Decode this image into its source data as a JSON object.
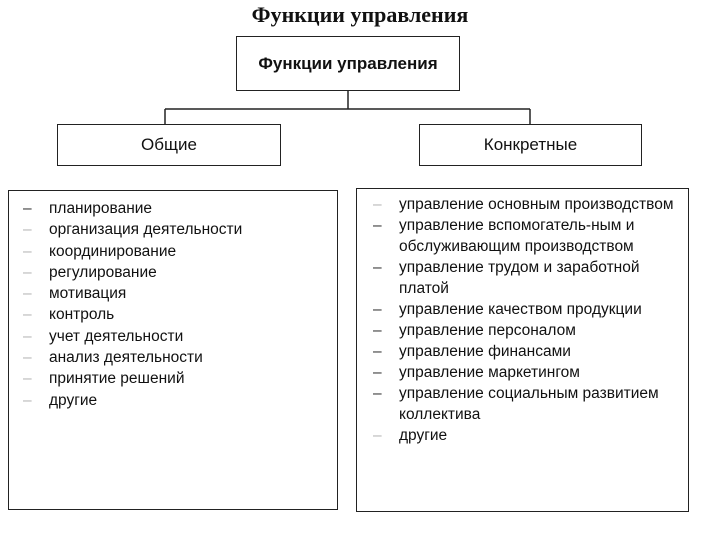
{
  "header": {
    "title": "Функции управления"
  },
  "root": {
    "label": "Функции управления"
  },
  "categories": [
    {
      "label": "Общие"
    },
    {
      "label": "Конкретные"
    }
  ],
  "bullet": "–",
  "general_functions": [
    "планирование",
    "организация деятельности",
    "координирование",
    "регулирование",
    "мотивация",
    "контроль",
    "учет деятельности",
    "анализ деятельности",
    "принятие решений",
    "другие"
  ],
  "specific_functions": [
    "управление основным производством",
    "управление вспомогатель-ным и обслуживающим производством",
    "управление трудом и заработной платой",
    "управление качеством продукции",
    "управление персоналом",
    "управление финансами",
    "управление маркетингом",
    "управление социальным развитием коллектива",
    "другие"
  ]
}
